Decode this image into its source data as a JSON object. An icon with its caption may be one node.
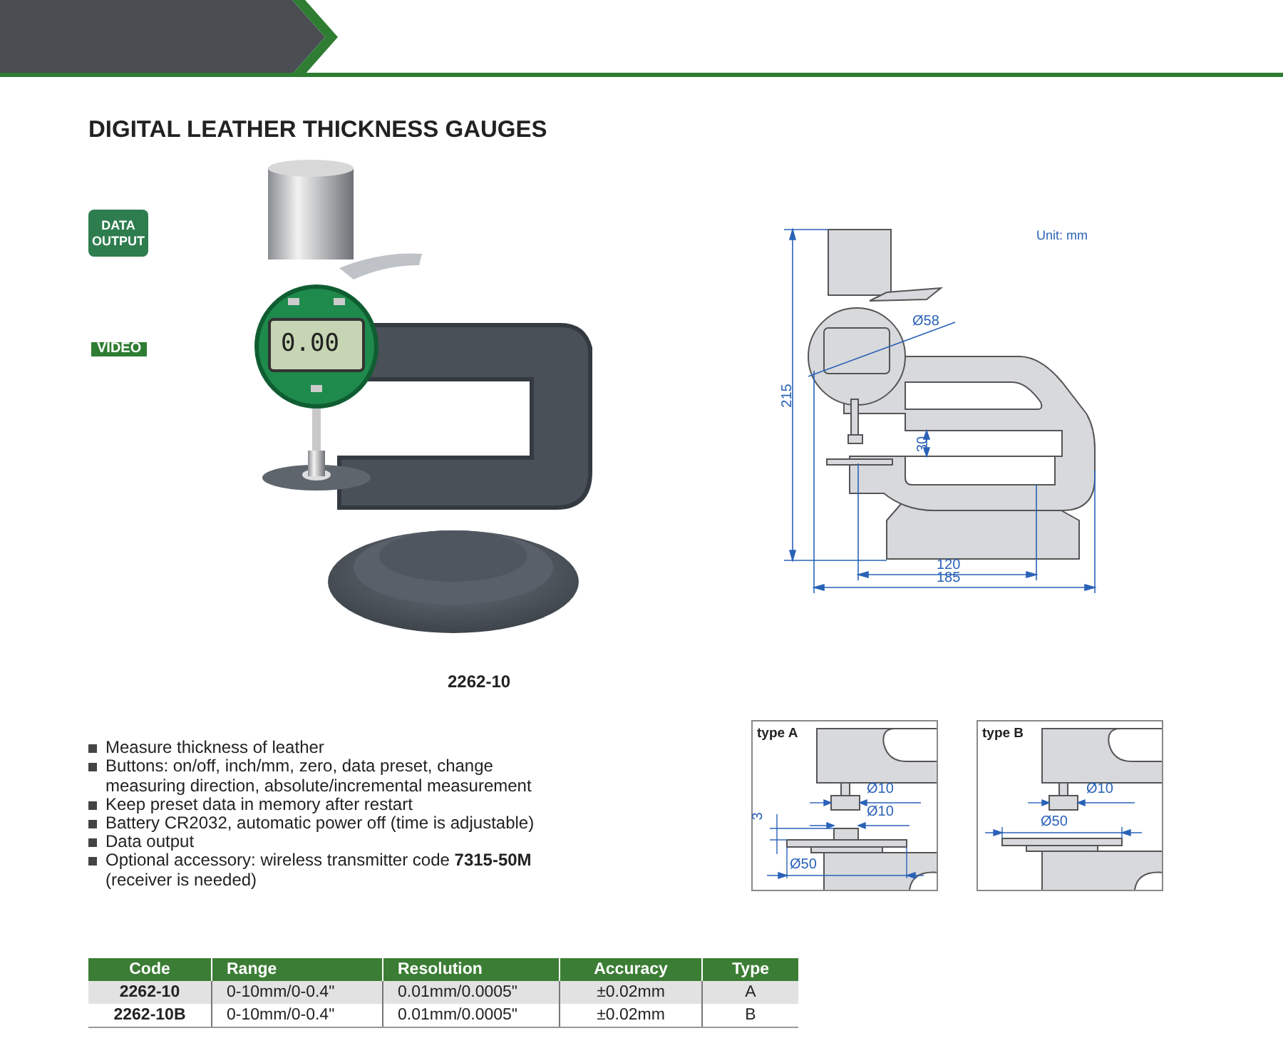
{
  "diagram": {
    "title": "DIGITAL LEATHER THICKNESS GAUGES",
    "nodes": [
      {
        "text": [
          "DATA OUTPUT"
        ]
      },
      {
        "text": [
          "type A"
        ]
      },
      {
        "text": [
          "type B"
        ]
      }
    ],
    "labels": [
      "0.00",
      "2262-10",
      "VIDEO",
      "Unit: mm",
      "Ø58",
      "215",
      "30",
      "120",
      "185",
      "Measure thickness of leather",
      "Buttons: on/off, inch/mm, zero, data preset, change measuring direction, absolute/incremental measurement",
      "Keep preset data in memory after restart",
      "Battery CR2032, automatic power off (time is adjustable)",
      "Data output",
      "Optional accessory: wireless transmitter code **7315-50M** (receiver is needed)",
      "Ø10",
      "Ø10",
      "3",
      "Ø50",
      "Ø10",
      "Ø50",
      "Code",
      "Range",
      "Resolution",
      "Accuracy",
      "Type",
      "2262-10",
      "0-10mm/0-0.4\"",
      "0.01mm/0.0005\"",
      "±0.02mm",
      "A",
      "2262-10B",
      "0-10mm/0-0.4\"",
      "0.01mm/0.0005\"",
      "±0.02mm",
      "B"
    ]
  }
}
